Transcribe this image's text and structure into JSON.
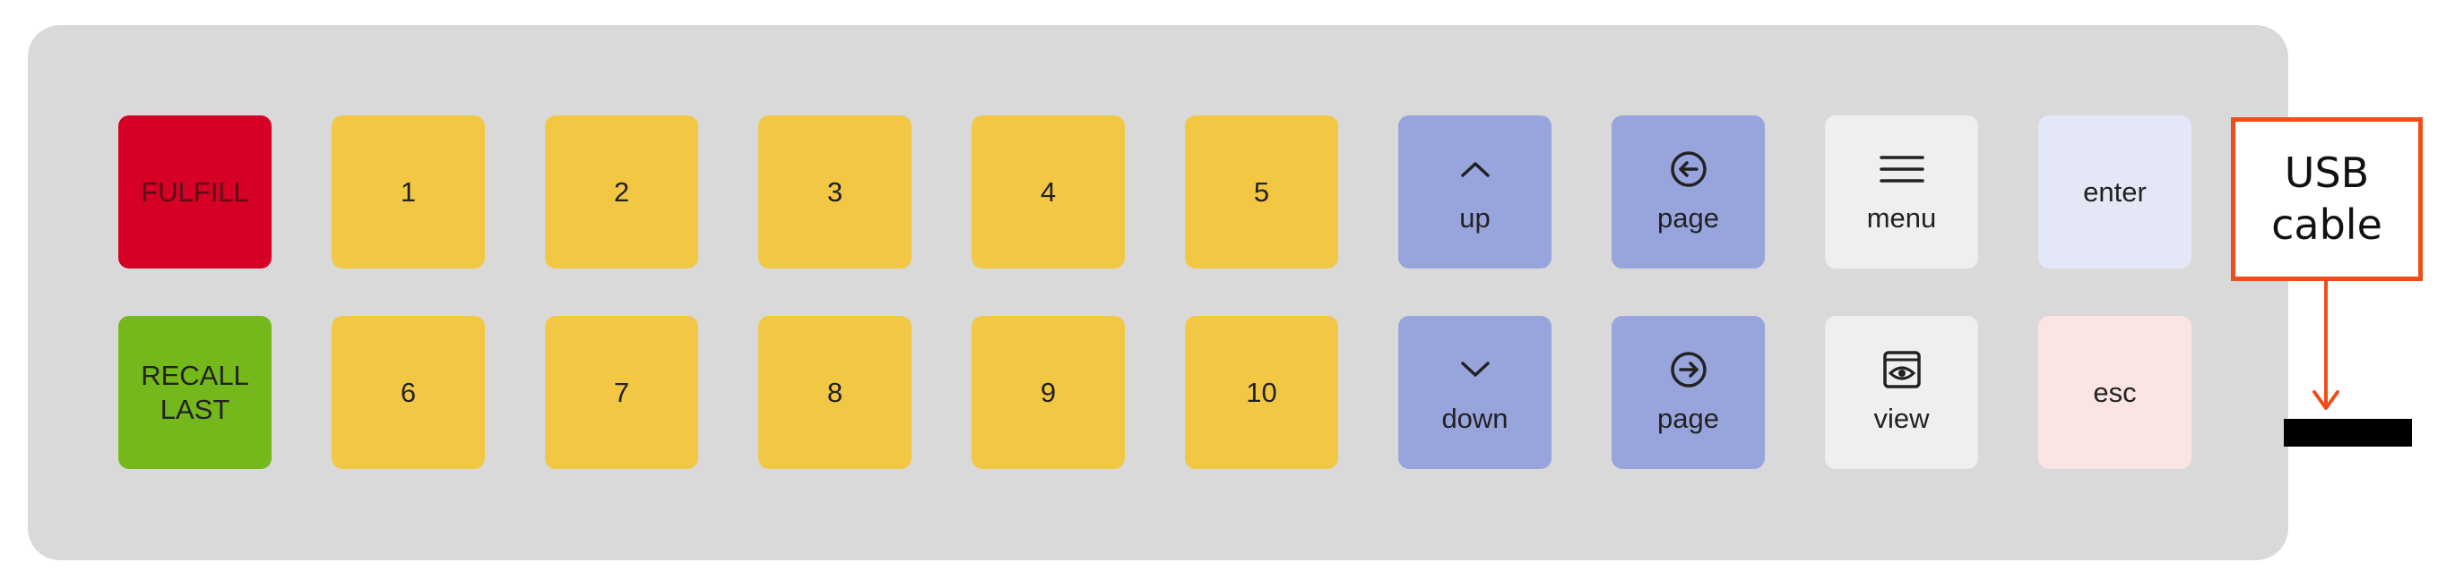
{
  "keys": {
    "fulfill": "FULFILL",
    "recall": "RECALL LAST",
    "n1": "1",
    "n2": "2",
    "n3": "3",
    "n4": "4",
    "n5": "5",
    "n6": "6",
    "n7": "7",
    "n8": "8",
    "n9": "9",
    "n10": "10",
    "up": "up",
    "down": "down",
    "page_back": "page",
    "page_forward": "page",
    "menu": "menu",
    "view": "view",
    "enter": "enter",
    "esc": "esc"
  },
  "icons": {
    "up": "chevron-up-icon",
    "down": "chevron-down-icon",
    "page_back": "circle-arrow-left-icon",
    "page_forward": "circle-arrow-right-icon",
    "menu": "hamburger-menu-icon",
    "view": "eye-icon"
  },
  "callout": {
    "line1": "USB",
    "line2": "cable"
  },
  "colors": {
    "fulfill": "#d50024",
    "recall": "#74b81b",
    "number_keys": "#f2c744",
    "navigation_keys": "#98a5dd",
    "menu_view_keys": "#efefef",
    "enter": "#e4e7f5",
    "esc": "#fbe5e3",
    "keypad_body": "#d9d9d9",
    "callout": "#f04e19",
    "cable": "#000000"
  }
}
